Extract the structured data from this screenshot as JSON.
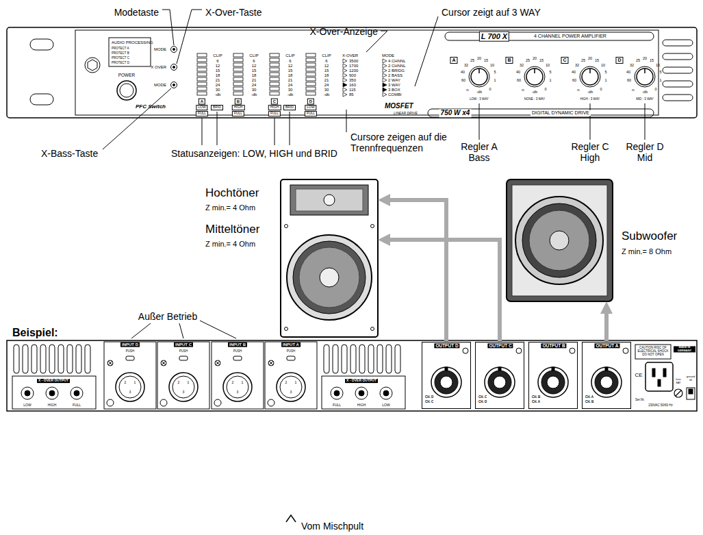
{
  "diagram": {
    "nodes": [
      {
        "text": [
          "Hochtöner",
          "Z min.= 4 Ohm",
          "Mitteltöner",
          "Z min.= 4 Ohm"
        ]
      },
      {
        "text": [
          "Subwoofer",
          "Z min.= 8 Ohm"
        ]
      },
      {
        "text": [
          "OUTPUT D",
          "CH. D",
          "CH. C"
        ]
      },
      {
        "text": [
          "OUTPUT C",
          "CH. C",
          "CH. D"
        ]
      },
      {
        "text": [
          "OUTPUT B",
          "CH. B",
          "CH. A"
        ]
      },
      {
        "text": [
          "OUTPUT A",
          "CH. A",
          "CH. B"
        ]
      }
    ],
    "edges": [
      {
        "from": 2,
        "to": 0,
        "arrow": "to"
      },
      {
        "from": 3,
        "to": 0,
        "arrow": "to"
      },
      {
        "from": 5,
        "to": 1,
        "arrow": "to"
      }
    ],
    "labels": [
      "Modetaste",
      "X-Over-Taste",
      "Cursor zeigt auf 3 WAY",
      "X-Over-Anzeige",
      "Cursore zeigen auf die Trennfrequenzen",
      "X-Bass-Taste",
      "Statusanzeigen: LOW, HIGH und BRID",
      "Regler A Bass",
      "Regler C High",
      "Regler D Mid",
      "Beispiel:",
      "Außer Betrieb",
      "Vom Mischpult",
      "AUDIO PROCESSING",
      "PROTECT A",
      "PROTECT B",
      "PROTECT C",
      "PROTECT D",
      "MODE",
      "X OVER",
      "MODE",
      "POWER",
      "PFC Switch",
      "CLIP",
      "6",
      "12",
      "15",
      "18",
      "21",
      "24",
      "30",
      "-db",
      "A",
      "LOW",
      "FULL",
      "BRID",
      "CLIP",
      "6",
      "12",
      "15",
      "18",
      "21",
      "24",
      "30",
      "-db",
      "B",
      "HIGH",
      "FULL",
      "CLIP",
      "6",
      "12",
      "15",
      "18",
      "21",
      "24",
      "30",
      "-db",
      "C",
      "HIGH",
      "FULL",
      "BRID",
      "CLIP",
      "6",
      "12",
      "15",
      "18",
      "21",
      "24",
      "30",
      "-db",
      "D",
      "LOW",
      "FULL",
      "X-OVER",
      "3500",
      "1700",
      "1200",
      "900",
      "350",
      "160",
      "115",
      "85",
      "MODE",
      "4 CHNNL",
      "2 CHNNL",
      "2 BRIDG",
      "2 BASS",
      "2 WAY",
      "3 WAY",
      "3 BOX",
      "COMBI",
      "MOSFET",
      "LINEAR DRIVE",
      "L 700 X",
      "4 CHANNEL POWER AMPLIFIER",
      "750 W x4",
      "DIGITAL DYNAMIC DRIVE",
      "A",
      "25",
      "20",
      "15",
      "32",
      "10",
      "40",
      "5",
      "60",
      "1",
      "∞",
      "-db",
      "0",
      "LOW - 3 WAY",
      "B",
      "25",
      "20",
      "15",
      "32",
      "10",
      "40",
      "5",
      "60",
      "1",
      "∞",
      "-db",
      "0",
      "NONE - 3 WAY",
      "C",
      "25",
      "20",
      "15",
      "32",
      "10",
      "40",
      "5",
      "60",
      "1",
      "∞",
      "-db",
      "0",
      "HIGH - 3 WAY",
      "D",
      "25",
      "20",
      "15",
      "32",
      "10",
      "40",
      "5",
      "60",
      "1",
      "∞",
      "-db",
      "0",
      "MID - 3 WAY",
      "X - OVER OUTPUT",
      "LOW",
      "HIGH",
      "FULL",
      "INPUT D",
      "PUSH",
      "2",
      "1",
      "3",
      "INPUT C",
      "PUSH",
      "2",
      "1",
      "3",
      "INPUT B",
      "PUSH",
      "2",
      "1",
      "3",
      "INPUT A",
      "PUSH",
      "2",
      "1",
      "3",
      "X - OVER OUTPUT",
      "FULL",
      "HIGH",
      "LOW",
      "CAUTION RISC OF ELECTRICAL SHOCK DO NOT OPEN",
      "MADE IN GERMANY",
      "CE",
      "Ser.Nr.",
      "230VAC 50/60 Hz",
      "fuse 8AT",
      "ground lift"
    ]
  }
}
